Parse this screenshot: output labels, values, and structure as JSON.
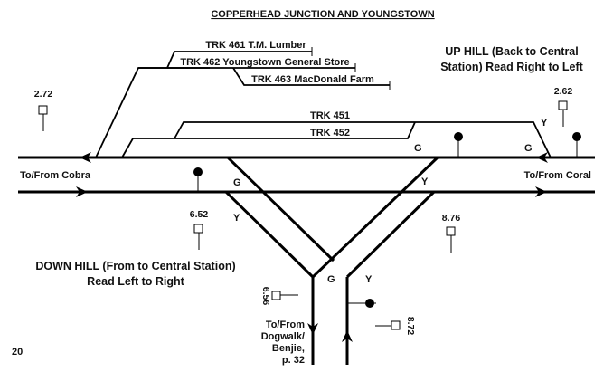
{
  "diagram": {
    "title": "COPPERHEAD JUNCTION AND YOUNGSTOWN",
    "page_number": "20",
    "notes": {
      "up_hill_line1": "UP HILL (Back to Central",
      "up_hill_line2": "Station) Read Right to Left",
      "down_hill_line1": "DOWN HILL (From to Central Station)",
      "down_hill_line2": "Read Left to Right"
    },
    "sidings": [
      {
        "id": "461",
        "label": "TRK 461 T.M. Lumber"
      },
      {
        "id": "462",
        "label": "TRK 462 Youngstown General Store"
      },
      {
        "id": "463",
        "label": "TRK 463 MacDonald Farm"
      },
      {
        "id": "451",
        "label": "TRK 451"
      },
      {
        "id": "452",
        "label": "TRK 452"
      }
    ],
    "destinations": {
      "left": "To/From Cobra",
      "right": "To/From Coral",
      "bottom": [
        "To/From",
        "Dogwalk/",
        "Benjie,",
        "p. 32"
      ]
    },
    "signals": [
      {
        "id": "2.72",
        "label": "2.72"
      },
      {
        "id": "2.62",
        "label": "2.62"
      },
      {
        "id": "6.52",
        "label": "6.52"
      },
      {
        "id": "8.76",
        "label": "8.76"
      },
      {
        "id": "6.56",
        "label": "6.56"
      },
      {
        "id": "8.72",
        "label": "8.72"
      }
    ],
    "switch_aspects": {
      "g_top_mid": "G",
      "g_top_right": "G",
      "y_top_right": "Y",
      "g_left_switch": "G",
      "y_left_switch": "Y",
      "y_right_switch": "Y",
      "g_wye": "G",
      "y_wye": "Y"
    }
  }
}
